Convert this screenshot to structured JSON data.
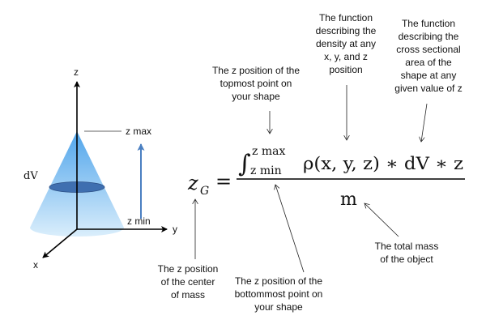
{
  "diagram": {
    "axes": {
      "z": "z",
      "y": "y",
      "x": "x"
    },
    "cone_labels": {
      "z_max": "z max",
      "z_min": "z min",
      "dV": "dV"
    },
    "formula": {
      "lhs": "z",
      "lhs_sub": "G",
      "equals": "=",
      "integral": "∫",
      "upper_limit": "z max",
      "lower_limit": "z min",
      "integrand": "ρ(x, y, z) ∗ dV ∗ z",
      "denominator": "m"
    },
    "colors": {
      "cone_top": "#3d9be9",
      "cone_bottom": "#d6ecfb",
      "disk": "#3f6fb0",
      "arrow": "#4a7fc1"
    },
    "annotations": {
      "zmax": [
        "The z position of the",
        "topmost point on",
        "your shape"
      ],
      "density": [
        "The function",
        "describing the",
        "density at any",
        "x, y, and z",
        "position"
      ],
      "area": [
        "The function",
        "describing the",
        "cross sectional",
        "area of the",
        "shape at any",
        "given value of z"
      ],
      "center": [
        "The z position",
        "of the center",
        "of mass"
      ],
      "zmin": [
        "The z position of the",
        "bottommost point on",
        "your shape"
      ],
      "mass": [
        "The total mass",
        "of the object"
      ]
    }
  }
}
